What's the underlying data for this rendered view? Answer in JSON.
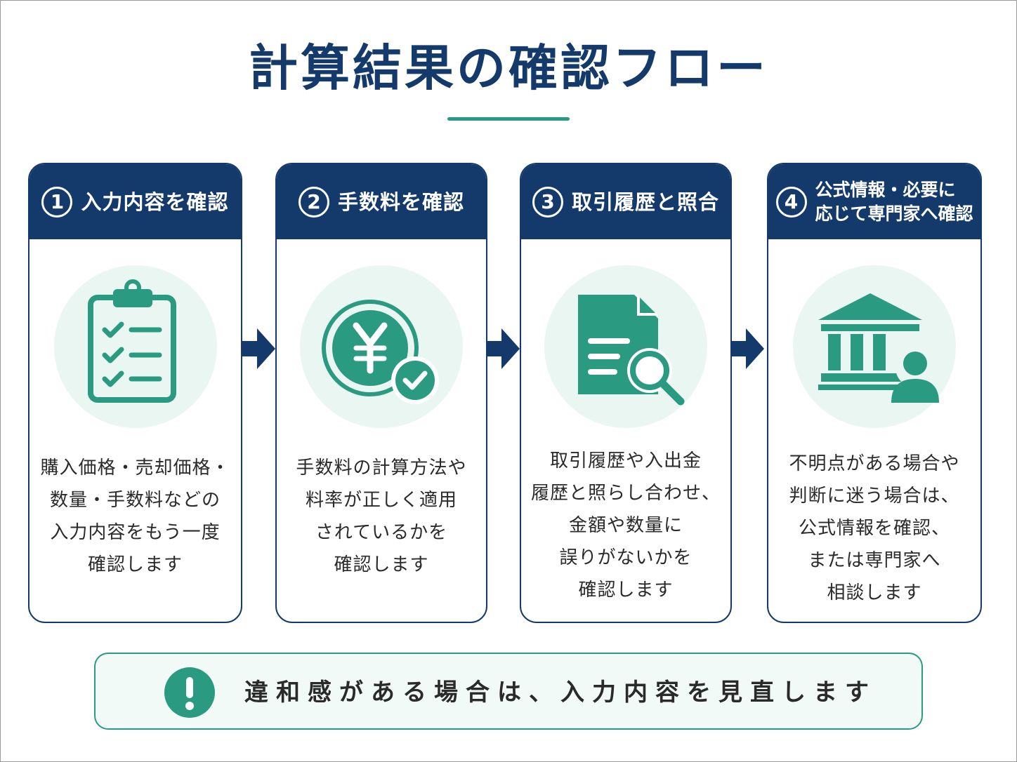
{
  "title": "計算結果の確認フロー",
  "colors": {
    "navy": "#143a6b",
    "teal": "#2a9a80",
    "icon_bg": "#eaf6f2"
  },
  "steps": [
    {
      "number": "1",
      "heading_lines": [
        "入力内容を確認"
      ],
      "icon": "clipboard-checklist-icon",
      "body_lines": [
        "購入価格・売却価格・",
        "数量・手数料などの",
        "入力内容をもう一度",
        "確認します"
      ]
    },
    {
      "number": "2",
      "heading_lines": [
        "手数料を確認"
      ],
      "icon": "yen-coin-check-icon",
      "body_lines": [
        "手数料の計算方法や",
        "料率が正しく適用",
        "されているかを",
        "確認します"
      ]
    },
    {
      "number": "3",
      "heading_lines": [
        "取引履歴と照合"
      ],
      "icon": "document-search-icon",
      "body_lines": [
        "取引履歴や入出金",
        "履歴と照らし合わせ、",
        "金額や数量に",
        "誤りがないかを",
        "確認します"
      ]
    },
    {
      "number": "4",
      "heading_lines": [
        "公式情報・必要に",
        "応じて専門家へ確認"
      ],
      "icon": "bank-person-icon",
      "body_lines": [
        "不明点がある場合や",
        "判断に迷う場合は、",
        "公式情報を確認、",
        "または専門家へ",
        "相談します"
      ]
    }
  ],
  "note": {
    "icon": "exclamation-icon",
    "text": "違和感がある場合は、入力内容を見直します"
  }
}
